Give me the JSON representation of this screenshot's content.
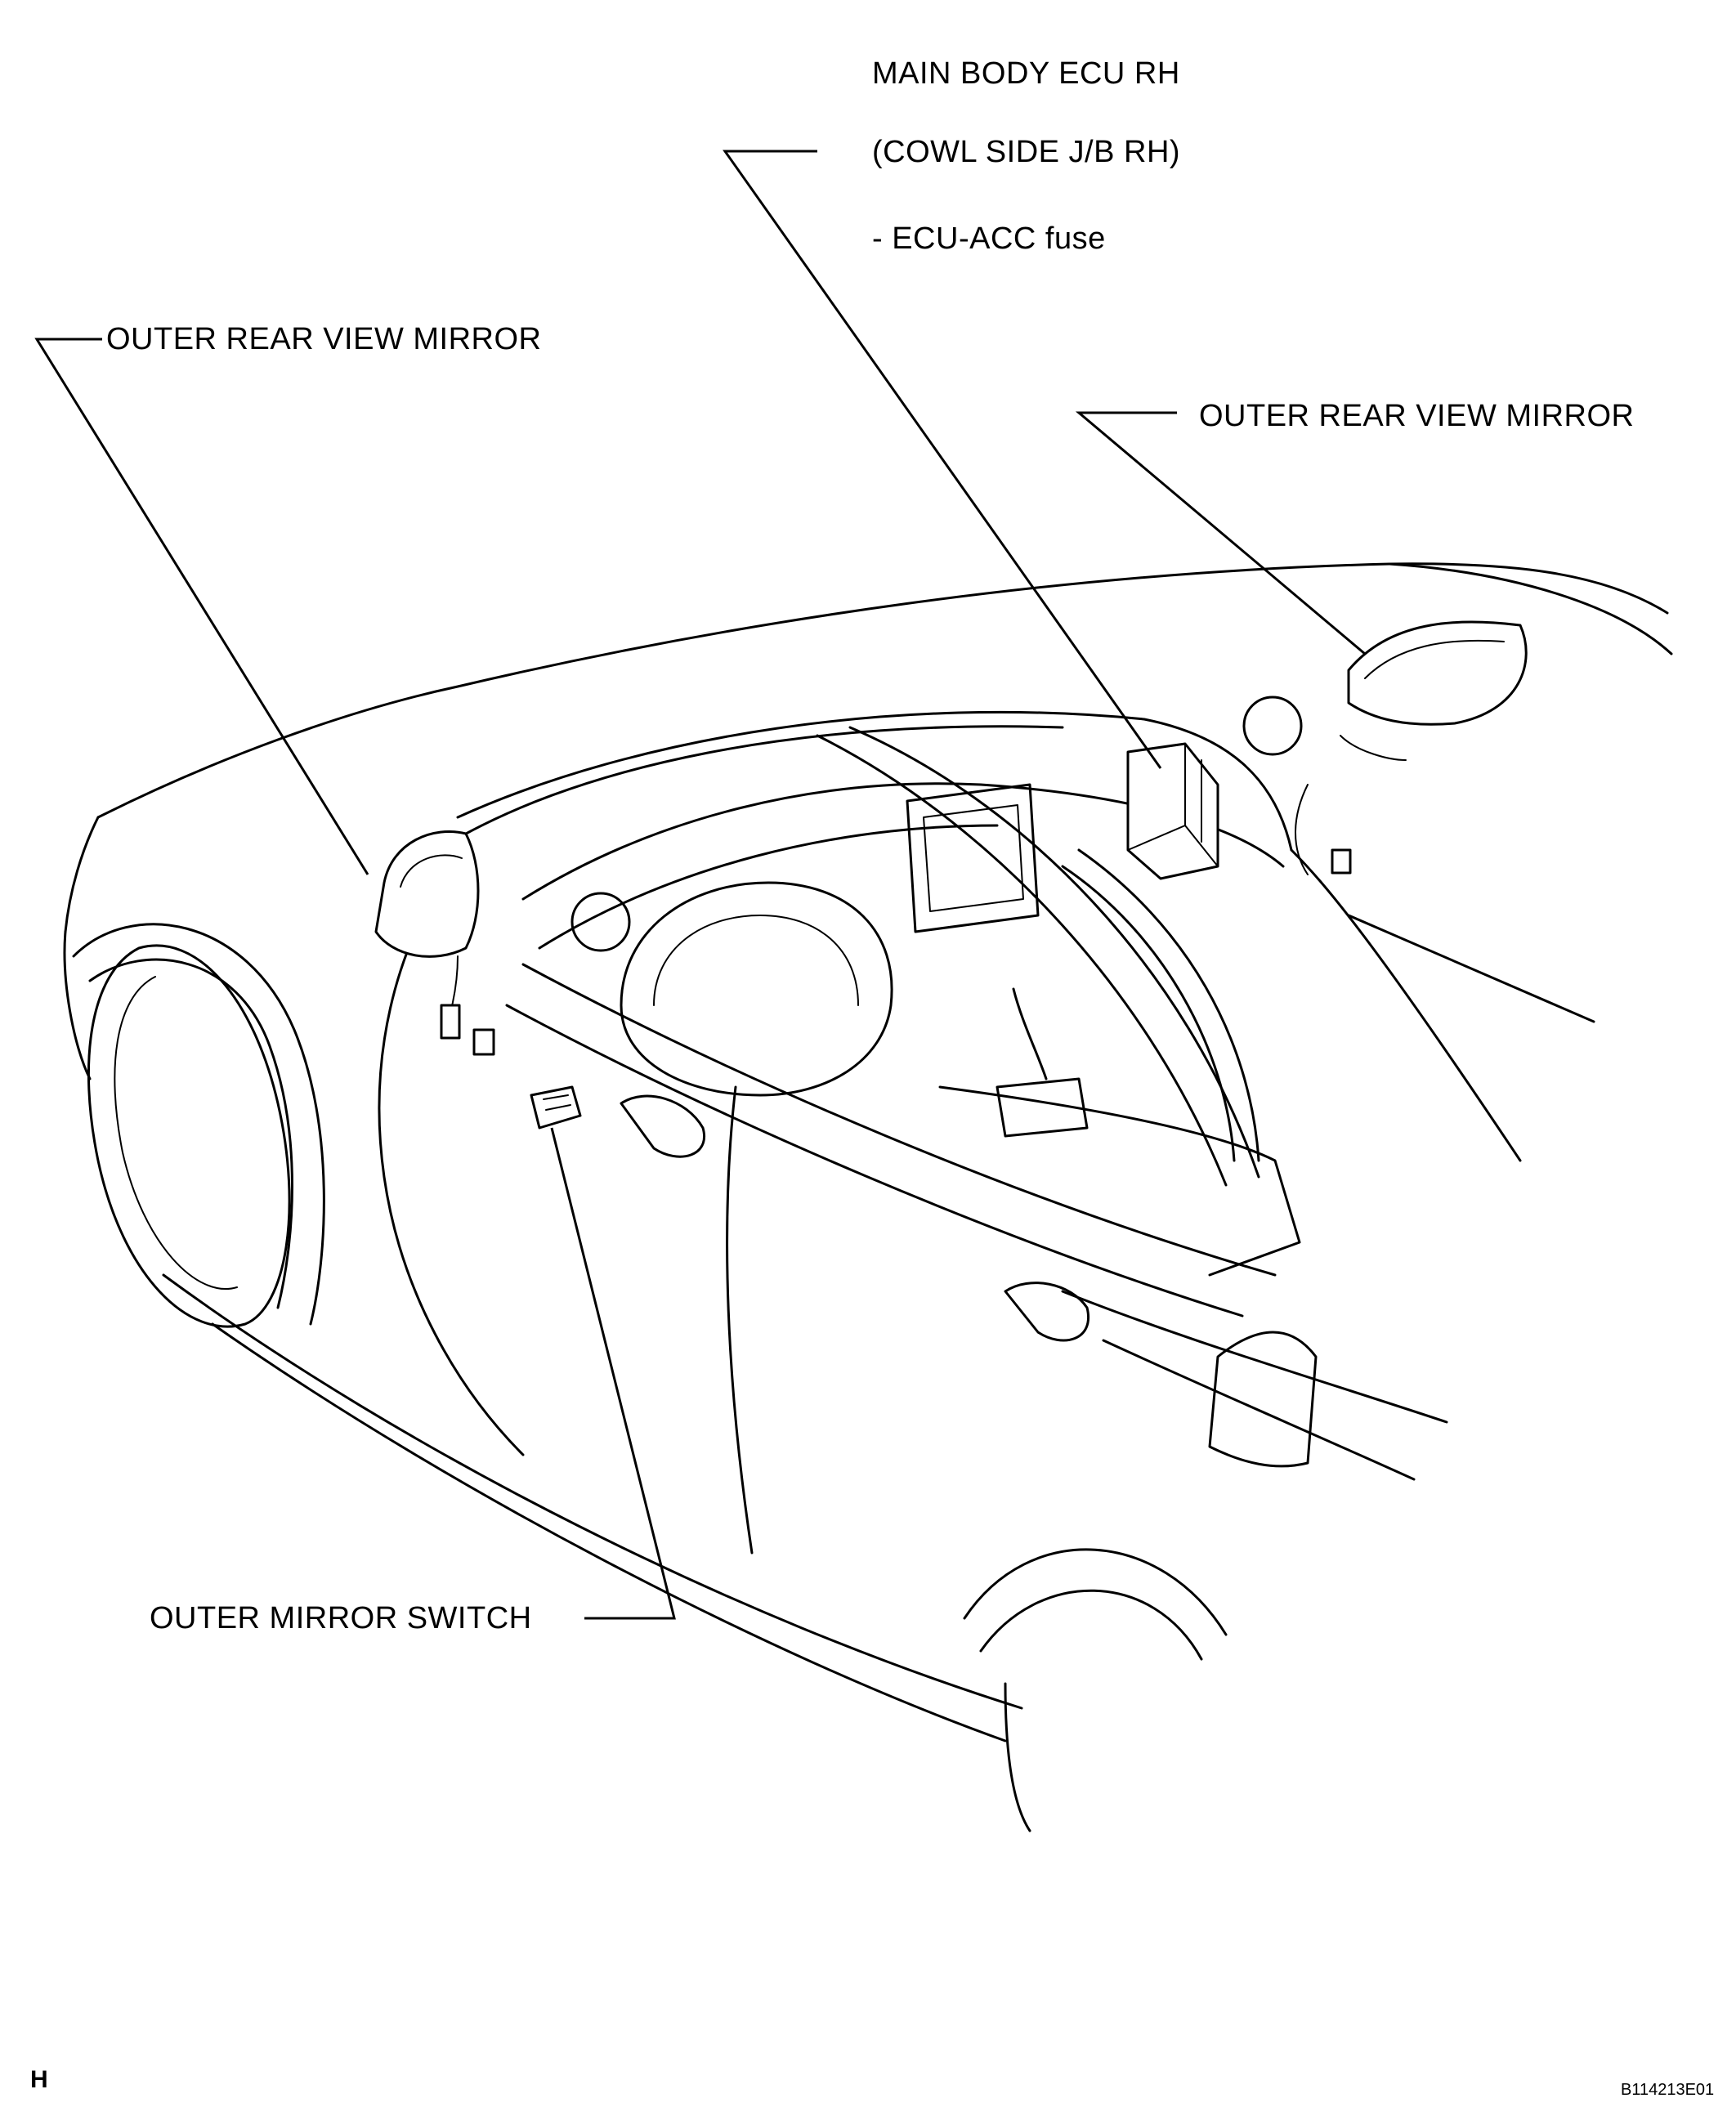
{
  "callouts": {
    "main_body_ecu": {
      "line1": "MAIN BODY ECU RH",
      "line2": "(COWL SIDE J/B RH)",
      "line3": "- ECU-ACC fuse"
    },
    "mirror_left": "OUTER REAR VIEW MIRROR",
    "mirror_right": "OUTER REAR VIEW MIRROR",
    "mirror_switch": "OUTER MIRROR SWITCH"
  },
  "page_mark": "H",
  "figure_id": "B114213E01"
}
